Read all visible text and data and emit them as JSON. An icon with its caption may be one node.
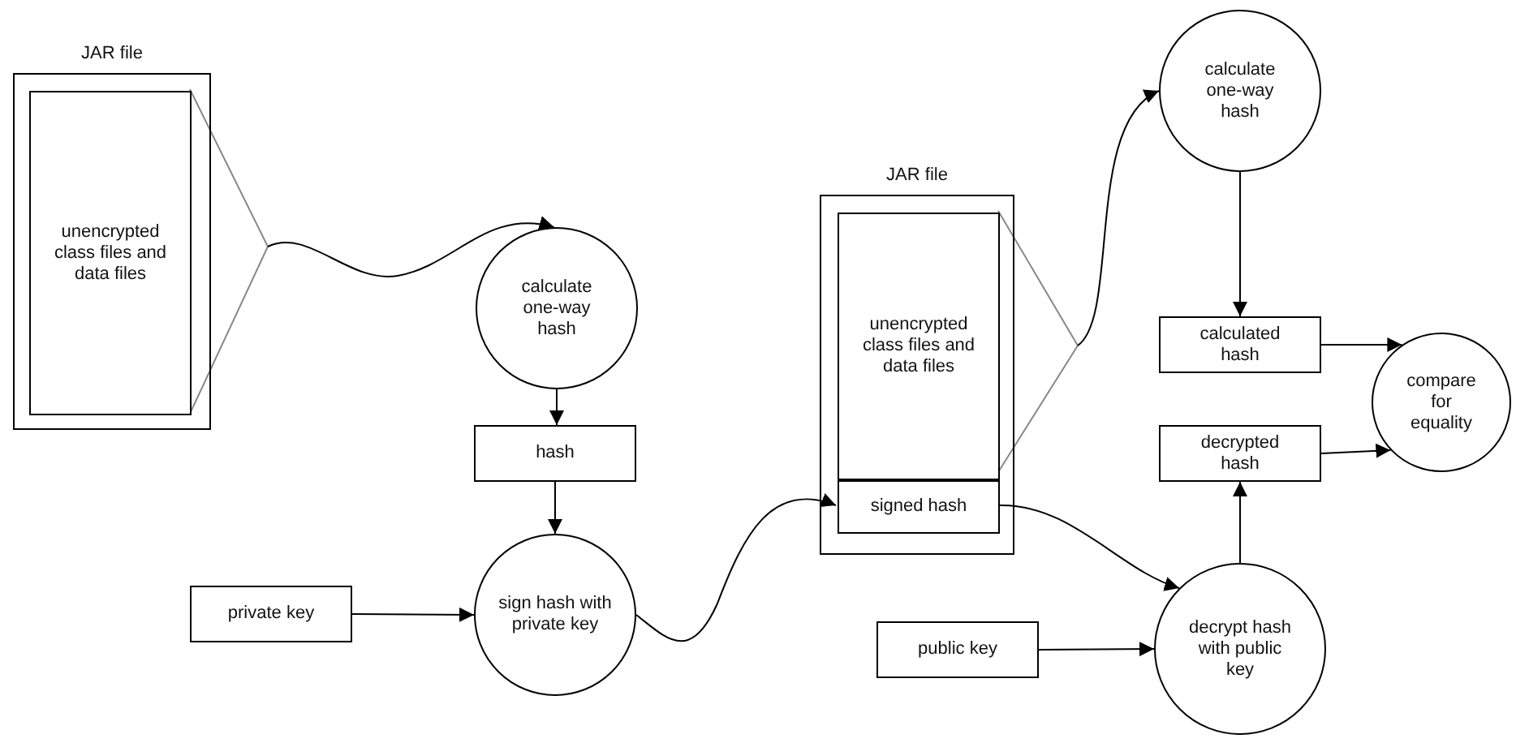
{
  "diagram": {
    "nodes": [
      {
        "text": [
          "JAR file"
        ]
      },
      {
        "text": [
          "unencrypted class files and data files"
        ],
        "in": 0
      },
      {
        "text": [
          "calculate one-way hash"
        ]
      },
      {
        "text": [
          "hash"
        ]
      },
      {
        "text": [
          "sign hash with private key"
        ]
      },
      {
        "text": [
          "private key"
        ]
      },
      {
        "text": [
          "JAR file"
        ]
      },
      {
        "text": [
          "unencrypted class files and data files"
        ],
        "in": 6
      },
      {
        "text": [
          "signed hash"
        ],
        "in": 6
      },
      {
        "text": [
          "calculate one-way hash"
        ]
      },
      {
        "text": [
          "calculated hash"
        ]
      },
      {
        "text": [
          "decrypted hash"
        ]
      },
      {
        "text": [
          "compare for equality"
        ]
      },
      {
        "text": [
          "public key"
        ]
      },
      {
        "text": [
          "decrypt hash with public key"
        ]
      }
    ],
    "edges": [
      {
        "from": 1,
        "to": 2,
        "arrow": "to"
      },
      {
        "from": 2,
        "to": 3,
        "arrow": "to"
      },
      {
        "from": 3,
        "to": 4,
        "arrow": "to"
      },
      {
        "from": 5,
        "to": 4,
        "arrow": "to"
      },
      {
        "from": 4,
        "to": 8,
        "arrow": "to"
      },
      {
        "from": 7,
        "to": 9,
        "arrow": "to"
      },
      {
        "from": 9,
        "to": 10,
        "arrow": "to"
      },
      {
        "from": 10,
        "to": 12,
        "arrow": "to"
      },
      {
        "from": 11,
        "to": 12,
        "arrow": "to"
      },
      {
        "from": 8,
        "to": 14,
        "arrow": "to"
      },
      {
        "from": 13,
        "to": 14,
        "arrow": "to"
      },
      {
        "from": 14,
        "to": 11,
        "arrow": "to"
      }
    ]
  }
}
